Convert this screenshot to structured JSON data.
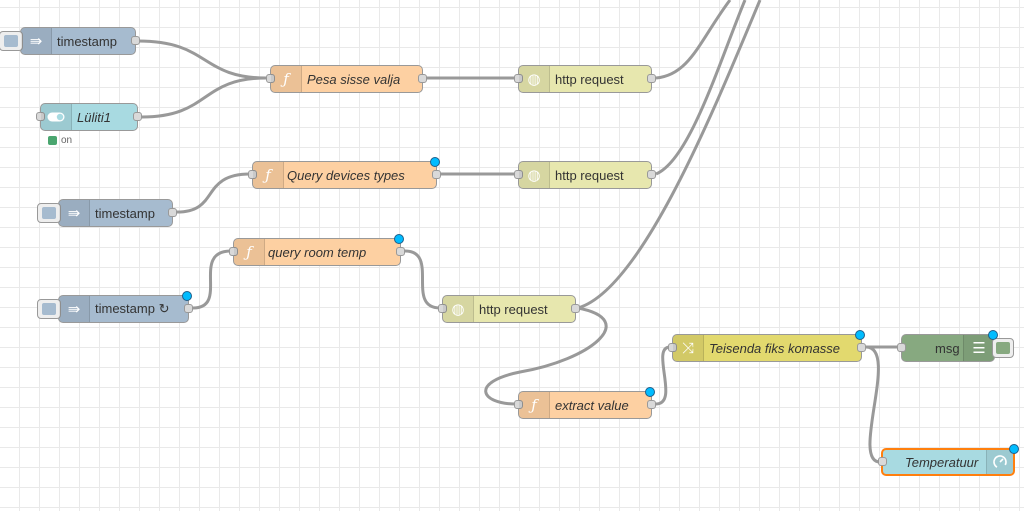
{
  "nodes": {
    "timestamp_1": {
      "label": "timestamp",
      "icon": "arrow-in-icon",
      "color": "#a6bbcf"
    },
    "luliti1": {
      "label": "Lüliti1",
      "icon": "toggle-icon",
      "color": "#a8dae1",
      "status": "on",
      "status_color": "#4aa66f"
    },
    "pesa_sisse_valja": {
      "label": "Pesa sisse valja",
      "icon": "function-icon",
      "color": "#fdd0a2"
    },
    "http_request_1": {
      "label": "http request",
      "icon": "globe-icon",
      "color": "#e7e7ae"
    },
    "query_devices_types": {
      "label": "Query devices types",
      "icon": "function-icon",
      "color": "#fdd0a2"
    },
    "http_request_2": {
      "label": "http request",
      "icon": "globe-icon",
      "color": "#e7e7ae"
    },
    "timestamp_2": {
      "label": "timestamp",
      "icon": "arrow-in-icon",
      "color": "#a6bbcf"
    },
    "query_room_temp": {
      "label": "query room temp",
      "icon": "function-icon",
      "color": "#fdd0a2"
    },
    "timestamp_3": {
      "label": "timestamp ↻",
      "icon": "arrow-in-icon",
      "color": "#a6bbcf"
    },
    "http_request_3": {
      "label": "http request",
      "icon": "globe-icon",
      "color": "#e7e7ae"
    },
    "teisenda": {
      "label": "Teisenda fiks komasse",
      "icon": "shuffle-icon",
      "color": "#e2d96e"
    },
    "msg": {
      "label": "msg",
      "icon": "debug-list-icon",
      "color": "#87a980"
    },
    "extract_value": {
      "label": "extract value",
      "icon": "function-icon",
      "color": "#fdd0a2"
    },
    "temperatuur": {
      "label": "Temperatuur",
      "icon": "gauge-icon",
      "color": "#a8dae1",
      "selected_color": "#ff7f0e"
    }
  },
  "wire_color": "#999999",
  "changed_dot_color": "#00bcff"
}
